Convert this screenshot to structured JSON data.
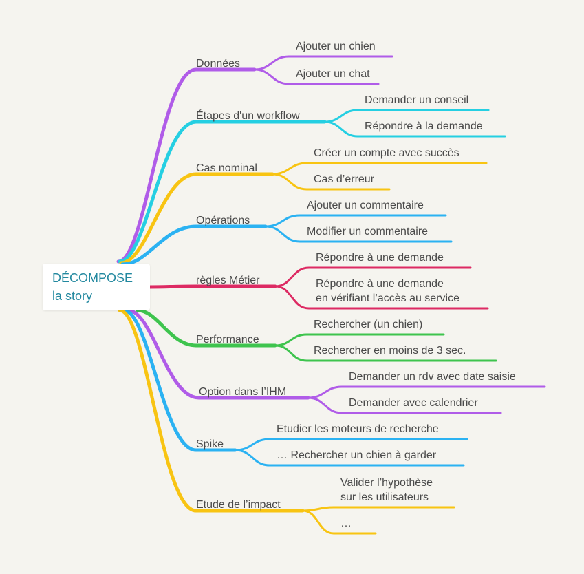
{
  "root": {
    "lines": [
      "DÉCOMPOSE",
      "la story"
    ],
    "color": "#22889f"
  },
  "branches": [
    {
      "label": "Données",
      "color": "#b05ce8",
      "children": [
        {
          "lines": [
            "Ajouter un chien"
          ]
        },
        {
          "lines": [
            "Ajouter un chat"
          ]
        }
      ]
    },
    {
      "label": "Étapes d'un workflow",
      "color": "#25cfe2",
      "children": [
        {
          "lines": [
            "Demander un conseil"
          ]
        },
        {
          "lines": [
            "Répondre à la demande"
          ]
        }
      ]
    },
    {
      "label": "Cas nominal",
      "color": "#f8c412",
      "children": [
        {
          "lines": [
            "Créer un compte avec succès"
          ]
        },
        {
          "lines": [
            "Cas d’erreur"
          ]
        }
      ]
    },
    {
      "label": "Opérations",
      "color": "#2bb2f2",
      "children": [
        {
          "lines": [
            "Ajouter un commentaire"
          ]
        },
        {
          "lines": [
            "Modifier un commentaire"
          ]
        }
      ]
    },
    {
      "label": "règles Métier",
      "color": "#dd2a63",
      "children": [
        {
          "lines": [
            "Répondre à une demande"
          ]
        },
        {
          "lines": [
            "Répondre à une demande",
            "en vérifiant l’accès au service"
          ]
        }
      ]
    },
    {
      "label": "Performance",
      "color": "#3ec44e",
      "children": [
        {
          "lines": [
            "Rechercher (un chien)"
          ]
        },
        {
          "lines": [
            "Rechercher en moins de 3 sec."
          ]
        }
      ]
    },
    {
      "label": "Option dans l’IHM",
      "color": "#b05ce8",
      "children": [
        {
          "lines": [
            "Demander un rdv avec date saisie"
          ]
        },
        {
          "lines": [
            "Demander avec calendrier"
          ]
        }
      ]
    },
    {
      "label": "Spike",
      "color": "#2bb2f2",
      "children": [
        {
          "lines": [
            "Etudier les moteurs de recherche"
          ]
        },
        {
          "lines": [
            "… Rechercher un chien à garder"
          ]
        }
      ]
    },
    {
      "label": "Etude de l’impact",
      "color": "#f8c412",
      "children": [
        {
          "lines": [
            "Valider l’hypothèse",
            "sur les utilisateurs"
          ]
        },
        {
          "lines": [
            "…"
          ]
        }
      ]
    }
  ]
}
